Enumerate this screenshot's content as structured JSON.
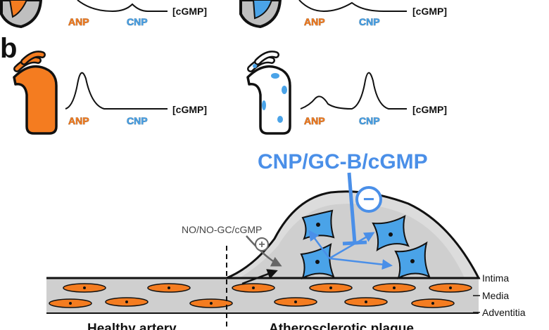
{
  "panel_labels": {
    "b": "b"
  },
  "top_row": {
    "anp": "ANP",
    "cnp": "CNP",
    "cgmp": "[cGMP]"
  },
  "panel_b": {
    "anp": "ANP",
    "cnp": "CNP",
    "cgmp": "[cGMP]"
  },
  "pathway": {
    "title": "CNP/GC-B/cGMP",
    "inhibit_symbol": "−",
    "no_label": "NO/NO-GC/cGMP",
    "no_symbol": "+"
  },
  "layers": {
    "intima": "Intima",
    "media": "Media",
    "adventitia": "Adventitia"
  },
  "regions": {
    "healthy": "Healthy artery",
    "plaque": "Atherosclerotic plaque"
  },
  "colors": {
    "anp": "#f47c20",
    "cnp": "#4aa3e8",
    "pathway": "#4a8fe8",
    "no_pathway": "#666666",
    "plaque": "#d9d9d9",
    "vessel": "#cfcfcf"
  }
}
